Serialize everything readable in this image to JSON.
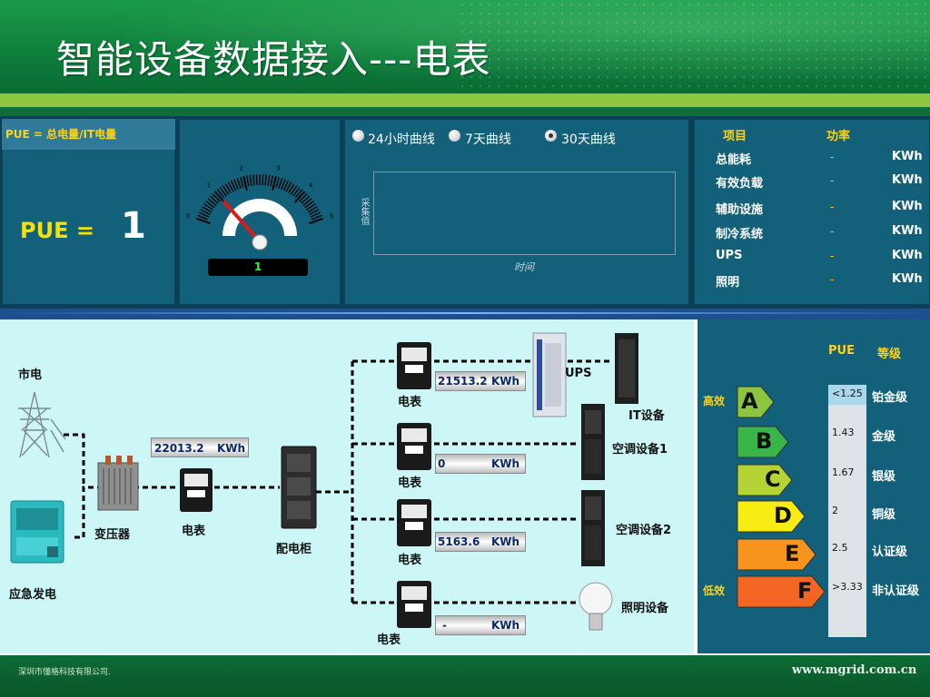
{
  "header": {
    "title": "智能设备数据接入---电表"
  },
  "pue_panel": {
    "formula": "PUE = 总电量/IT电量",
    "label": "PUE =",
    "value": "1"
  },
  "gauge": {
    "value": 1,
    "readout": "1",
    "ticks": [
      "0",
      "1",
      "2",
      "3",
      "4",
      "5"
    ]
  },
  "curve_panel": {
    "options": [
      {
        "label": "24小时曲线",
        "checked": false
      },
      {
        "label": "7天曲线",
        "checked": false
      },
      {
        "label": "30天曲线",
        "checked": true
      }
    ],
    "y_label": "采集值",
    "x_label": "时间"
  },
  "power_table": {
    "headers": {
      "item": "项目",
      "power": "功率"
    },
    "rows": [
      {
        "name": "总能耗",
        "value": "-",
        "unit": "KWh"
      },
      {
        "name": "有效负载",
        "value": "-",
        "unit": "KWh"
      },
      {
        "name": "辅助设施",
        "value": "-",
        "unit": "KWh"
      },
      {
        "name": "制冷系统",
        "value": "-",
        "unit": "KWh"
      },
      {
        "name": "UPS",
        "value": "-",
        "unit": "KWh"
      },
      {
        "name": "照明",
        "value": "-",
        "unit": "KWh"
      }
    ]
  },
  "diagram": {
    "city_power": "市电",
    "generator": "应急发电",
    "transformer": "变压器",
    "main_meter": {
      "label": "电表",
      "value": "22013.2",
      "unit": "KWh"
    },
    "cabinet": "配电柜",
    "branches": [
      {
        "meter_label": "电表",
        "value": "21513.2",
        "unit": "KWh",
        "device": "UPS",
        "device2": "IT设备"
      },
      {
        "meter_label": "电表",
        "value": "0",
        "unit": "KWh",
        "device": "空调设备1"
      },
      {
        "meter_label": "电表",
        "value": "5163.6",
        "unit": "KWh",
        "device": "空调设备2"
      },
      {
        "meter_label": "电表",
        "value": "-",
        "unit": "KWh",
        "device": "照明设备"
      }
    ]
  },
  "rating": {
    "headers": {
      "pue": "PUE",
      "grade": "等级"
    },
    "high": "高效",
    "low": "低效",
    "levels": [
      {
        "letter": "A",
        "pue": "<1.25",
        "name": "铂金级",
        "color": "#8cc63f"
      },
      {
        "letter": "B",
        "pue": "1.43",
        "name": "金级",
        "color": "#39b54a"
      },
      {
        "letter": "C",
        "pue": "1.67",
        "name": "银级",
        "color": "#b5d334"
      },
      {
        "letter": "D",
        "pue": "2",
        "name": "铜级",
        "color": "#f7ec13"
      },
      {
        "letter": "E",
        "pue": "2.5",
        "name": "认证级",
        "color": "#f7941d"
      },
      {
        "letter": "F",
        "pue": ">3.33",
        "name": "非认证级",
        "color": "#f26522"
      }
    ]
  },
  "footer": {
    "company": "深圳市懂格科技有限公司.",
    "url": "www.mgrid.com.cn"
  }
}
